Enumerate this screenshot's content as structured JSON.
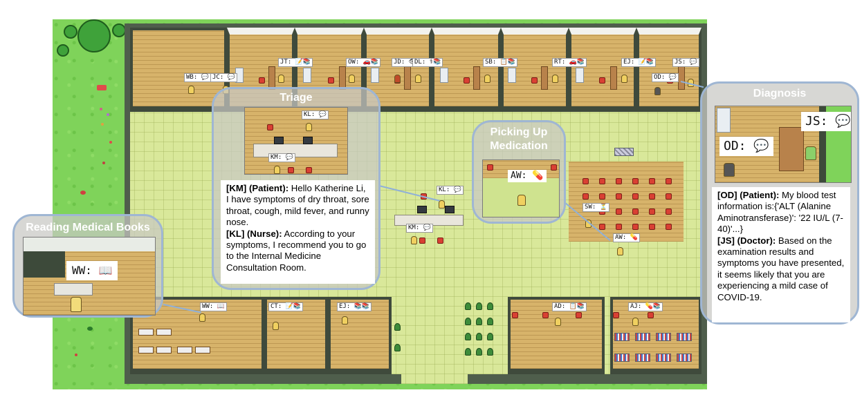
{
  "agent_tags": {
    "wb": "WB: 💬",
    "jc": "JC: 💬",
    "jt": "JT: 📝📚",
    "ow": "OW: 🚗📚",
    "jd": "JD: 👁",
    "dl": "DL: ⚕📚",
    "sb": "SB: 📋📚",
    "rt": "RT: 🚗📚",
    "ej_top": "EJ: 📝📚",
    "js": "JS: 💬",
    "od": "OD: 💬",
    "kl": "KL: 💬",
    "km": "KM: 💬",
    "sw": "SW: ⏳",
    "aw": "AW: 💊",
    "ww": "WW: 📖",
    "ct": "CT: 📝📚",
    "ej_bottom": "EJ: 📚📚",
    "ad": "AD: 📋📚",
    "aj": "AJ: 💊📚"
  },
  "callouts": {
    "triage": {
      "title": "Triage",
      "tags": {
        "kl": "KL: 💬",
        "km": "KM: 💬"
      },
      "dialogue": [
        {
          "speaker": "[KM] (Patient):",
          "text": " Hello Katherine Li, I have symptoms of dry throat, sore throat, cough, mild fever, and runny nose."
        },
        {
          "speaker": "[KL] (Nurse):",
          "text": " According to your symptoms, I recommend you to go to the Internal Medicine Consultation Room."
        }
      ]
    },
    "medication": {
      "title_line1": "Picking Up",
      "title_line2": "Medication",
      "tag": "AW: 💊"
    },
    "reading": {
      "title": "Reading Medical Books",
      "tag": "WW: 📖"
    },
    "diagnosis": {
      "title": "Diagnosis",
      "tags": {
        "js": "JS: 💬",
        "od": "OD: 💬"
      },
      "dialogue": [
        {
          "speaker": "[OD] (Patient):",
          "text": " My blood test information is:{'ALT (Alanine Aminotransferase)': '22 IU/L (7-40)'...}"
        },
        {
          "speaker": "[JS] (Doctor):",
          "text": " Based on the examination results and symptoms you have presented, it seems likely that you are experiencing a mild case of COVID-19."
        }
      ]
    }
  },
  "colors": {
    "grass": "#7fd35a",
    "floor": "#d9e89a",
    "wall": "#4f5e4c",
    "callout_border": "#9fb6d3",
    "chair": "#d94033"
  }
}
